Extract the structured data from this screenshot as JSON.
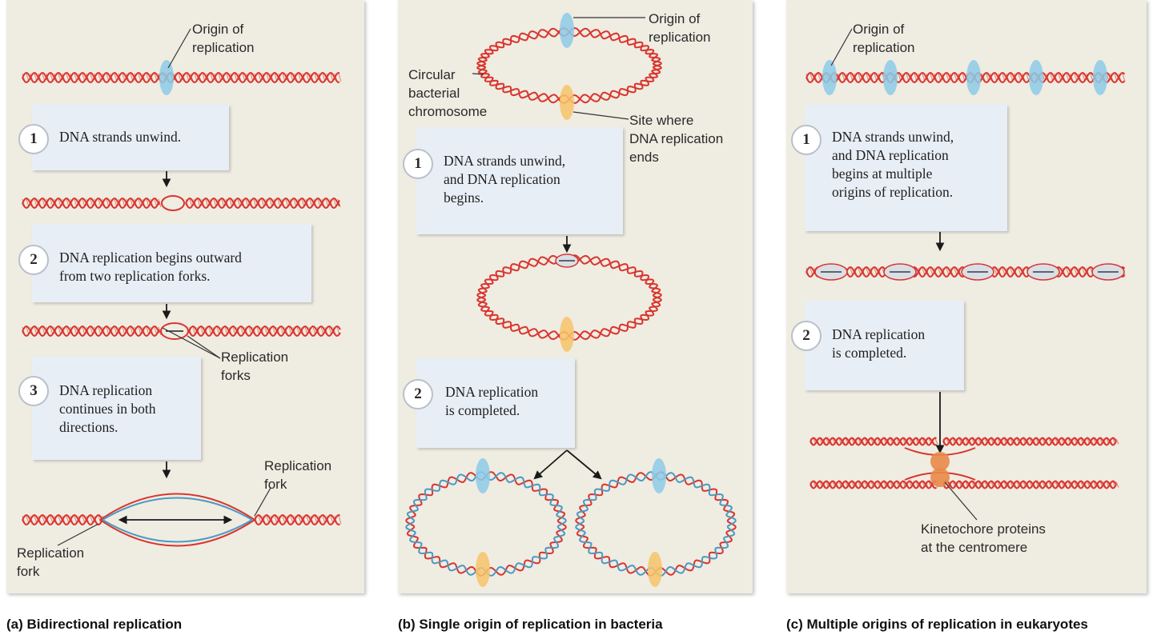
{
  "panels": [
    {
      "caption": "(a) Bidirectional replication",
      "labels": {
        "origin": "Origin of\nreplication",
        "forks_mid": "Replication\nforks",
        "fork_right": "Replication\nfork",
        "fork_left": "Replication\nfork"
      },
      "steps": [
        {
          "num": "1",
          "text": "DNA strands unwind."
        },
        {
          "num": "2",
          "text": "DNA replication begins outward\nfrom two replication forks."
        },
        {
          "num": "3",
          "text": "DNA replication\ncontinues in both\ndirections."
        }
      ]
    },
    {
      "caption": "(b) Single origin of replication in bacteria",
      "labels": {
        "origin": "Origin of\nreplication",
        "chromosome": "Circular\nbacterial\nchromosome",
        "end_site": "Site where\nDNA replication\nends"
      },
      "steps": [
        {
          "num": "1",
          "text": "DNA strands unwind,\nand DNA replication\nbegins."
        },
        {
          "num": "2",
          "text": "DNA replication\nis completed."
        }
      ]
    },
    {
      "caption": "(c) Multiple origins of replication in eukaryotes",
      "labels": {
        "origin": "Origin of\nreplication",
        "kinetochore": "Kinetochore proteins\nat the centromere"
      },
      "steps": [
        {
          "num": "1",
          "text": "DNA strands unwind,\nand DNA replication\nbegins at multiple\norigins of replication."
        },
        {
          "num": "2",
          "text": "DNA replication\nis completed."
        }
      ]
    }
  ],
  "colors": {
    "panel_bg": "#efece2",
    "step_box": "#e8eef6",
    "dna_parent": "#d9352e",
    "dna_new": "#4a9ac4",
    "origin_marker": "#8ccbe8",
    "end_marker": "#f7c46a",
    "kinetochore": "#e88a4a",
    "arrow": "#1a1a1a"
  }
}
